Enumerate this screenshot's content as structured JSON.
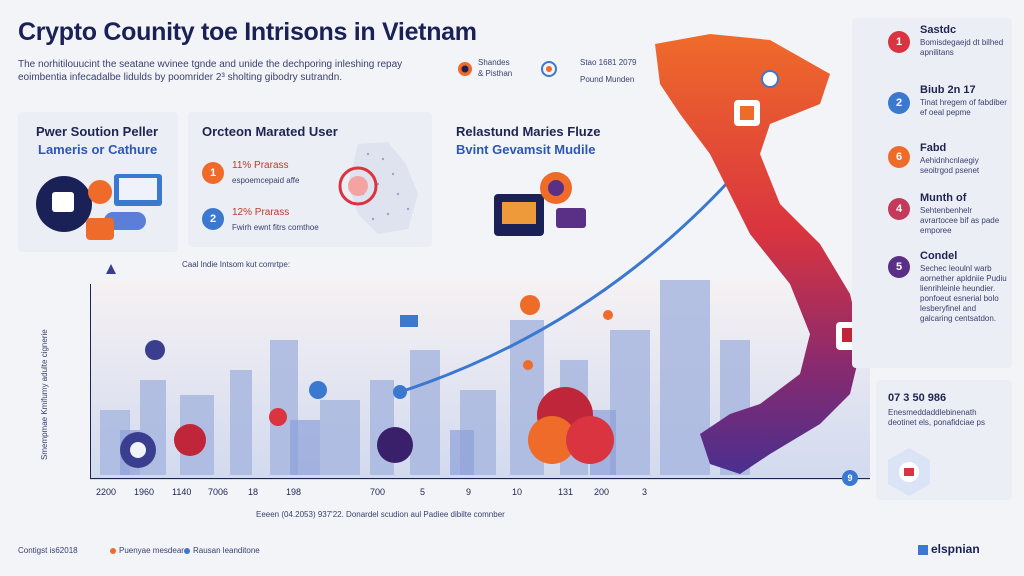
{
  "title": "Crypto Counity toe Intrisons in Vietnam",
  "subtitle": "The norhitilouucint the seatane wvinee tgnde and unide the dechporing inleshing repay eoimbentia infecadalbe lidulds by poomrider 2³ sholting gibodry sutrandn.",
  "header_legend": {
    "item1_a": "Shandes",
    "item1_b": "& Pisthan",
    "item2_a": "Stao 1681 2079",
    "item2_b": "Pound Munden"
  },
  "card1": {
    "title": "Pwer Soution Peller",
    "subtitle": "Lameris or Cathure"
  },
  "card2": {
    "title": "Orcteon Marated User",
    "stats": [
      {
        "badge": "1",
        "value": "11% Prarass",
        "desc": "espoemcepaid affe"
      },
      {
        "badge": "2",
        "value": "12% Prarass",
        "desc": "Fwirh ewnt fitrs comthoe"
      }
    ]
  },
  "card3": {
    "title": "Relastund Maries Fluze",
    "subtitle": "Bvint Gevamsit Mudile"
  },
  "chart_caption": "Caal lndie Intsom kut comrtpe:",
  "y_axis_label": "Smempmae Kmifumy adulte cignerie",
  "x_ticks": [
    "2200",
    "1960",
    "1140",
    "7006",
    "18",
    "198",
    "700",
    "5",
    "9",
    "10",
    "131",
    "200",
    "3"
  ],
  "x_axis_label": "Eeeen (04.2053) 937'22.  Donardel scudion aul Padiee dibilte comnber",
  "sidebar": [
    {
      "badge": "1",
      "title": "Sastdc",
      "body": "Bomisdegaejd dt bilhed apnilitans",
      "color": "#d9343f"
    },
    {
      "badge": "2",
      "title": "Biub 2n 17",
      "body": "Tinat hregem of fabdiber ef oeal pepme",
      "color": "#3b78d0"
    },
    {
      "badge": "6",
      "title": "Fabd",
      "body": "Aehidnhcnlaegiy seoitrgod psenet",
      "color": "#ef6b2a"
    },
    {
      "badge": "4",
      "title": "Munth of",
      "body": "Sehtenbenhelr avrartocee bif as pade emporee",
      "color": "#c43a5a"
    },
    {
      "badge": "5",
      "title": "Condel",
      "body": "Sechec leoulnl warb aornether apldniie Pudiu lienrihleinle heundier. ponfoeut esnerial bolo lesberyfinel and galcaring centsatdon.",
      "color": "#5a2f86"
    }
  ],
  "sidebar_stat": {
    "value": "07 3 50 986",
    "body": "Enesmeddaddlebinenath deotinet els, ponafidciae ps"
  },
  "map_badge": "9",
  "footer": {
    "left": "Contigst is62018",
    "legend1": "Puenyae mesdear",
    "legend2": "Rausan leanditone",
    "brand": "elspnian"
  },
  "colors": {
    "navy": "#1a2156",
    "orange": "#ef6b2a",
    "red": "#d9343f",
    "blue": "#3b78d0",
    "purple": "#5a2f86"
  }
}
